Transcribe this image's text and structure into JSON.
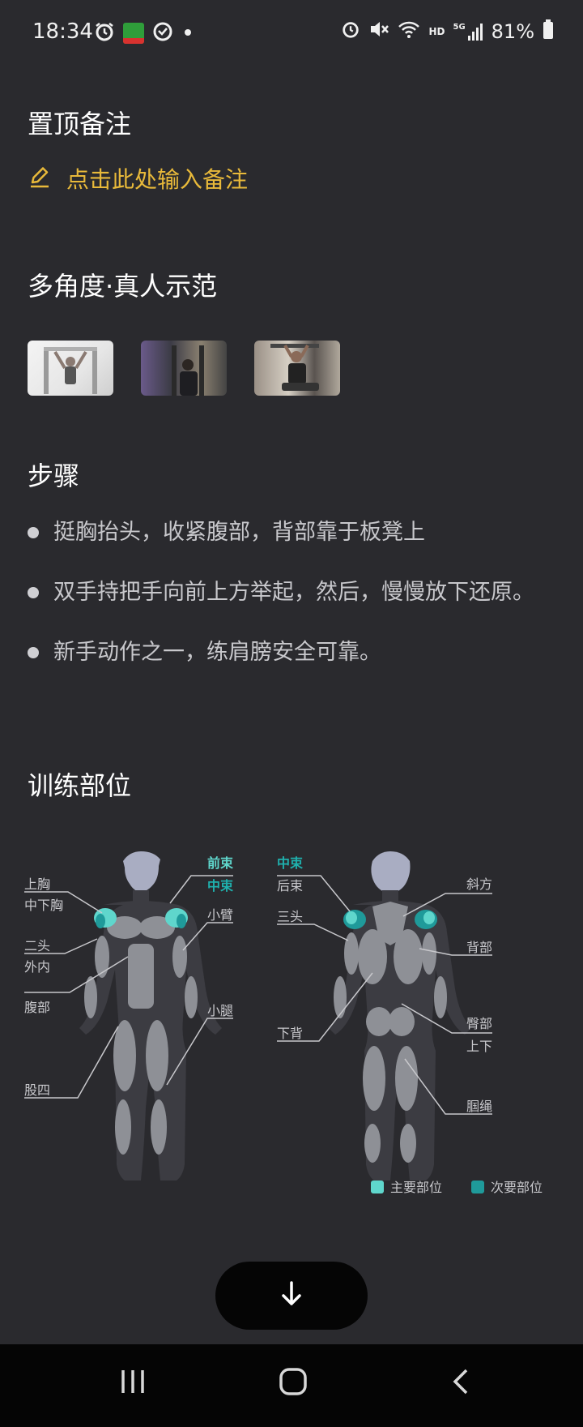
{
  "status": {
    "time": "18:34",
    "battery": "81%",
    "network": "HD",
    "network_gen": "5G"
  },
  "note": {
    "title": "置顶备注",
    "placeholder": "点击此处输入备注"
  },
  "demo": {
    "title": "多角度·真人示范",
    "thumbnails": 3
  },
  "steps": {
    "title": "步骤",
    "items": [
      "挺胸抬头，收紧腹部，背部靠于板凳上",
      "双手持把手向前上方举起，然后，慢慢放下还原。",
      "新手动作之一，练肩膀安全可靠。"
    ]
  },
  "training": {
    "title": "训练部位",
    "front_labels": {
      "upper_chest": "上胸",
      "mid_lower_chest": "中下胸",
      "biceps": "二头",
      "outer_inner": "外内",
      "abs": "腹部",
      "quads": "股四",
      "front_delt": "前束",
      "mid_delt": "中束",
      "forearm": "小臂",
      "calf": "小腿"
    },
    "back_labels": {
      "mid_delt": "中束",
      "rear_delt": "后束",
      "triceps": "三头",
      "lower_back": "下背",
      "trapezius": "斜方",
      "back": "背部",
      "glutes": "臀部",
      "upper_lower": "上下",
      "hamstrings": "腘绳"
    },
    "legend": {
      "primary": "主要部位",
      "secondary": "次要部位"
    }
  },
  "colors": {
    "accent": "#e8b93a",
    "primary_muscle": "#5fd6cc",
    "secondary_muscle": "#1f9a9a",
    "background": "#2a2a2e"
  }
}
